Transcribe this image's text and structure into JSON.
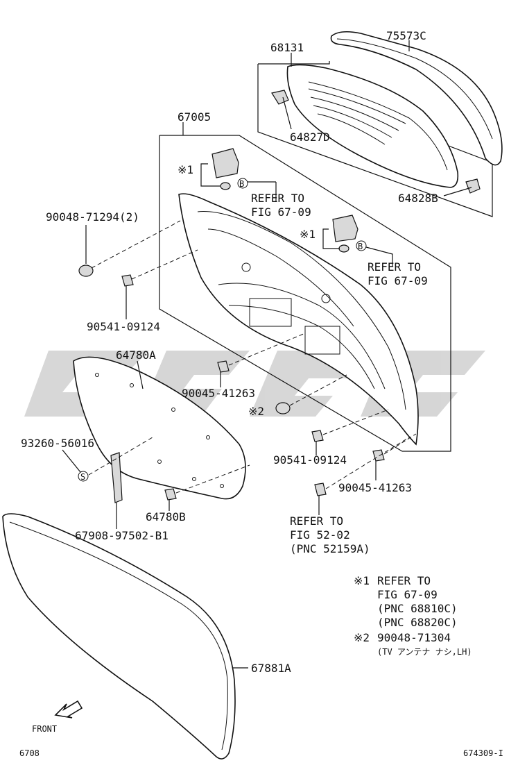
{
  "part_labels": {
    "p75573C": "75573C",
    "p68131": "68131",
    "p64827D": "64827D",
    "p64828B": "64828B",
    "p67005": "67005",
    "p9004871294": "90048-71294(2)",
    "p9054109124a": "90541-09124",
    "p64780A": "64780A",
    "p9004541263a": "90045-41263",
    "p9326056016": "93260-56016",
    "p9054109124b": "90541-09124",
    "p9004541263b": "90045-41263",
    "p64780B": "64780B",
    "p6790897502": "67908-97502-B1",
    "p67881A": "67881A"
  },
  "marks": {
    "note1": "※1",
    "note2": "※2",
    "callout_b": "B",
    "callout_s": "S"
  },
  "refs": {
    "ref1_line1": "REFER TO",
    "ref1_line2": "FIG 67-09",
    "ref2_line1": "REFER TO",
    "ref2_line2": "FIG 67-09",
    "ref3_line1": "REFER TO",
    "ref3_line2": "FIG 52-02",
    "ref3_line3": "(PNC 52159A)"
  },
  "notes": {
    "n1_mark": "※1",
    "n1_line1": "REFER TO",
    "n1_line2": "FIG 67-09",
    "n1_line3": "(PNC 68810C)",
    "n1_line4": "(PNC 68820C)",
    "n2_mark": "※2",
    "n2_line1": "90048-71304",
    "n2_line2": "(TV アンテナ ナシ,LH)"
  },
  "front_label": "FRONT",
  "page_code": "6708",
  "figure_code": "674309-I",
  "colors": {
    "ink": "#111111",
    "watermark": "#d0d0d0",
    "background": "#ffffff"
  }
}
